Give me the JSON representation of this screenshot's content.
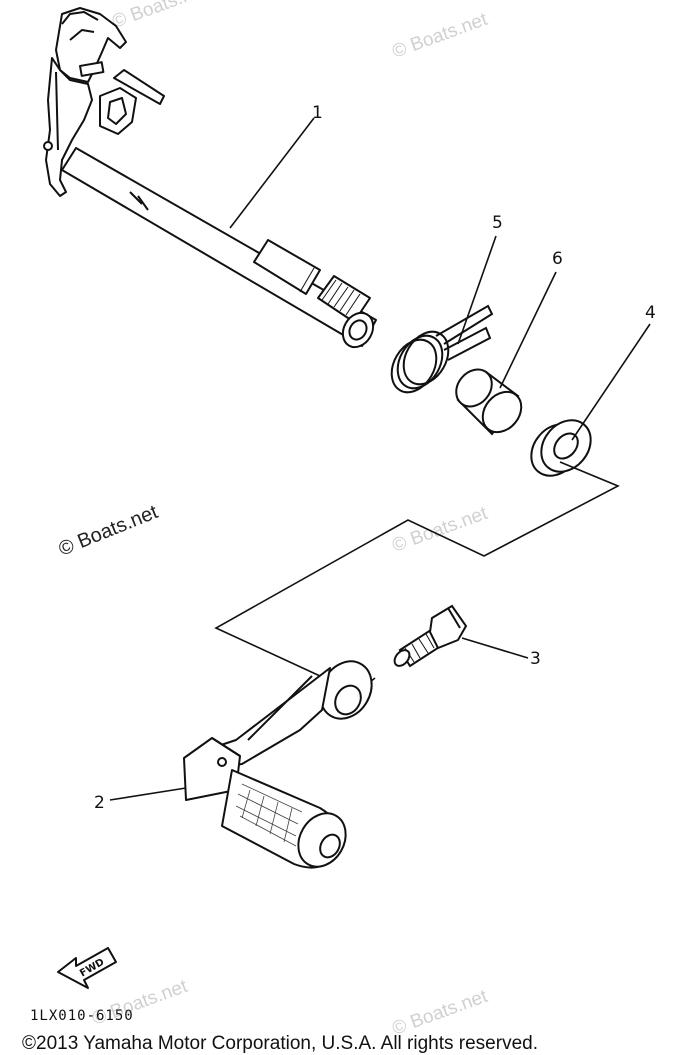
{
  "diagram": {
    "callouts": [
      "1",
      "2",
      "3",
      "4",
      "5",
      "6"
    ],
    "parts": [
      {
        "ref": "1",
        "kind": "shift-shaft"
      },
      {
        "ref": "2",
        "kind": "shift-pedal"
      },
      {
        "ref": "3",
        "kind": "bolt"
      },
      {
        "ref": "4",
        "kind": "oil-seal"
      },
      {
        "ref": "5",
        "kind": "torsion-spring"
      },
      {
        "ref": "6",
        "kind": "collar"
      }
    ],
    "fwd_label": "FWD",
    "drawing_code": "1LX010-6150"
  },
  "watermarks": {
    "main": "© Boats.net",
    "faint": "© Boats.net"
  },
  "footer": {
    "copyright": "©2013 Yamaha Motor Corporation, U.S.A. All rights reserved."
  },
  "colors": {
    "ink": "#111111",
    "watermark": "#d0d0d0",
    "background": "#ffffff"
  }
}
